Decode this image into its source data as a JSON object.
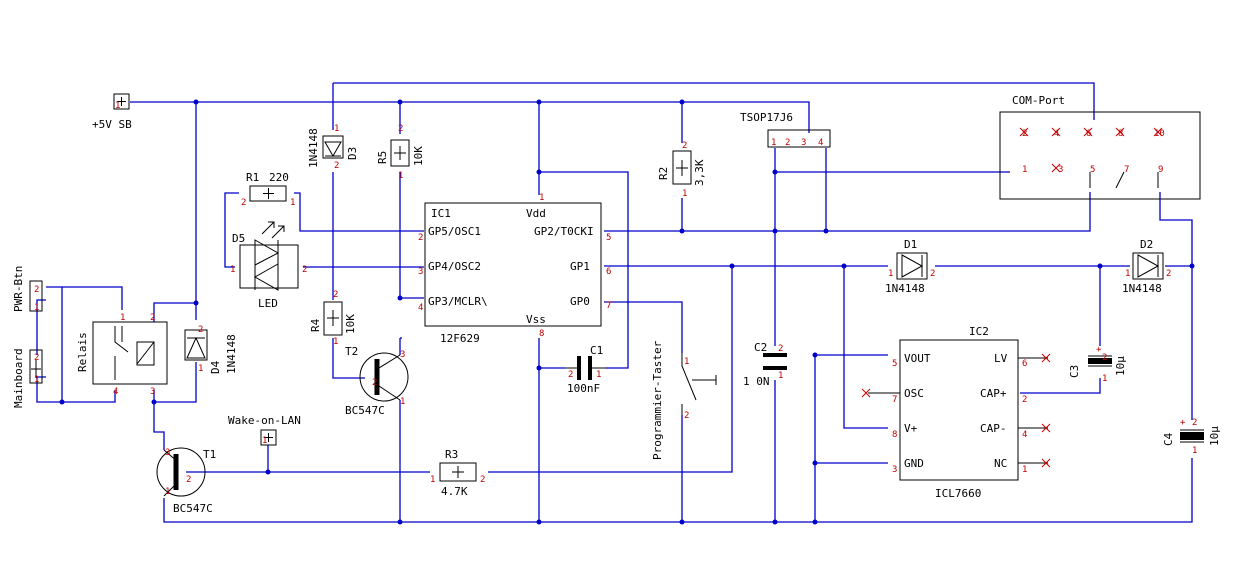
{
  "supply": {
    "label": "+5V SB"
  },
  "com_port": {
    "title": "COM-Port",
    "pins_top": [
      "2",
      "4",
      "6",
      "8",
      "10"
    ],
    "pins_bottom": [
      "1",
      "3",
      "5",
      "7",
      "9"
    ]
  },
  "tsop": {
    "name": "TSOP17J6",
    "pins": [
      "1",
      "2",
      "3",
      "4"
    ]
  },
  "ic1": {
    "ref": "IC1",
    "part": "12F629",
    "left_pins": [
      {
        "num": "2",
        "name": "GP5/OSC1"
      },
      {
        "num": "3",
        "name": "GP4/OSC2"
      },
      {
        "num": "4",
        "name": "GP3/MCLR\\"
      }
    ],
    "right_pins": [
      {
        "num": "5",
        "name": "GP2/T0CKI"
      },
      {
        "num": "6",
        "name": "GP1"
      },
      {
        "num": "7",
        "name": "GP0"
      }
    ],
    "vdd": "Vdd",
    "vss": "Vss",
    "vdd_pin": "1",
    "vss_pin": "8"
  },
  "ic2": {
    "ref": "IC2",
    "part": "ICL7660",
    "left_pins": [
      {
        "num": "5",
        "name": "VOUT"
      },
      {
        "num": "7",
        "name": "OSC"
      },
      {
        "num": "8",
        "name": "V+"
      },
      {
        "num": "3",
        "name": "GND"
      }
    ],
    "right_pins": [
      {
        "num": "6",
        "name": "LV"
      },
      {
        "num": "2",
        "name": "CAP+"
      },
      {
        "num": "4",
        "name": "CAP-"
      },
      {
        "num": "1",
        "name": "NC"
      }
    ]
  },
  "r1": {
    "ref": "R1",
    "value": "220"
  },
  "r2": {
    "ref": "R2",
    "value": "3,3K"
  },
  "r3": {
    "ref": "R3",
    "value": "4.7K"
  },
  "r4": {
    "ref": "R4",
    "value": "10K"
  },
  "r5": {
    "ref": "R5",
    "value": "10K"
  },
  "c1": {
    "ref": "C1",
    "value": "100nF"
  },
  "c2": {
    "ref": "C2",
    "value": "1 0N"
  },
  "c3": {
    "ref": "C3",
    "value": "10µ"
  },
  "c4": {
    "ref": "C4",
    "value": "10µ"
  },
  "d1": {
    "ref": "D1",
    "value": "1N4148"
  },
  "d2": {
    "ref": "D2",
    "value": "1N4148"
  },
  "d3": {
    "ref": "D3",
    "value": "1N4148"
  },
  "d4": {
    "ref": "D4",
    "value": "1N4148"
  },
  "d5": {
    "ref": "D5",
    "value": "LED"
  },
  "t1": {
    "ref": "T1",
    "value": "BC547C"
  },
  "t2": {
    "ref": "T2",
    "value": "BC547C"
  },
  "relay": {
    "label": "Relais"
  },
  "pwr_btn": {
    "label": "PWR-Btn"
  },
  "mainboard": {
    "label": "Mainboard"
  },
  "wol": {
    "label": "Wake-on-LAN"
  },
  "prog_switch": {
    "label": "Programmier-Taster"
  },
  "colors": {
    "wire": "#0000cc",
    "pin": "#c00000",
    "body": "#000000",
    "nc_mark": "#cc0000"
  }
}
